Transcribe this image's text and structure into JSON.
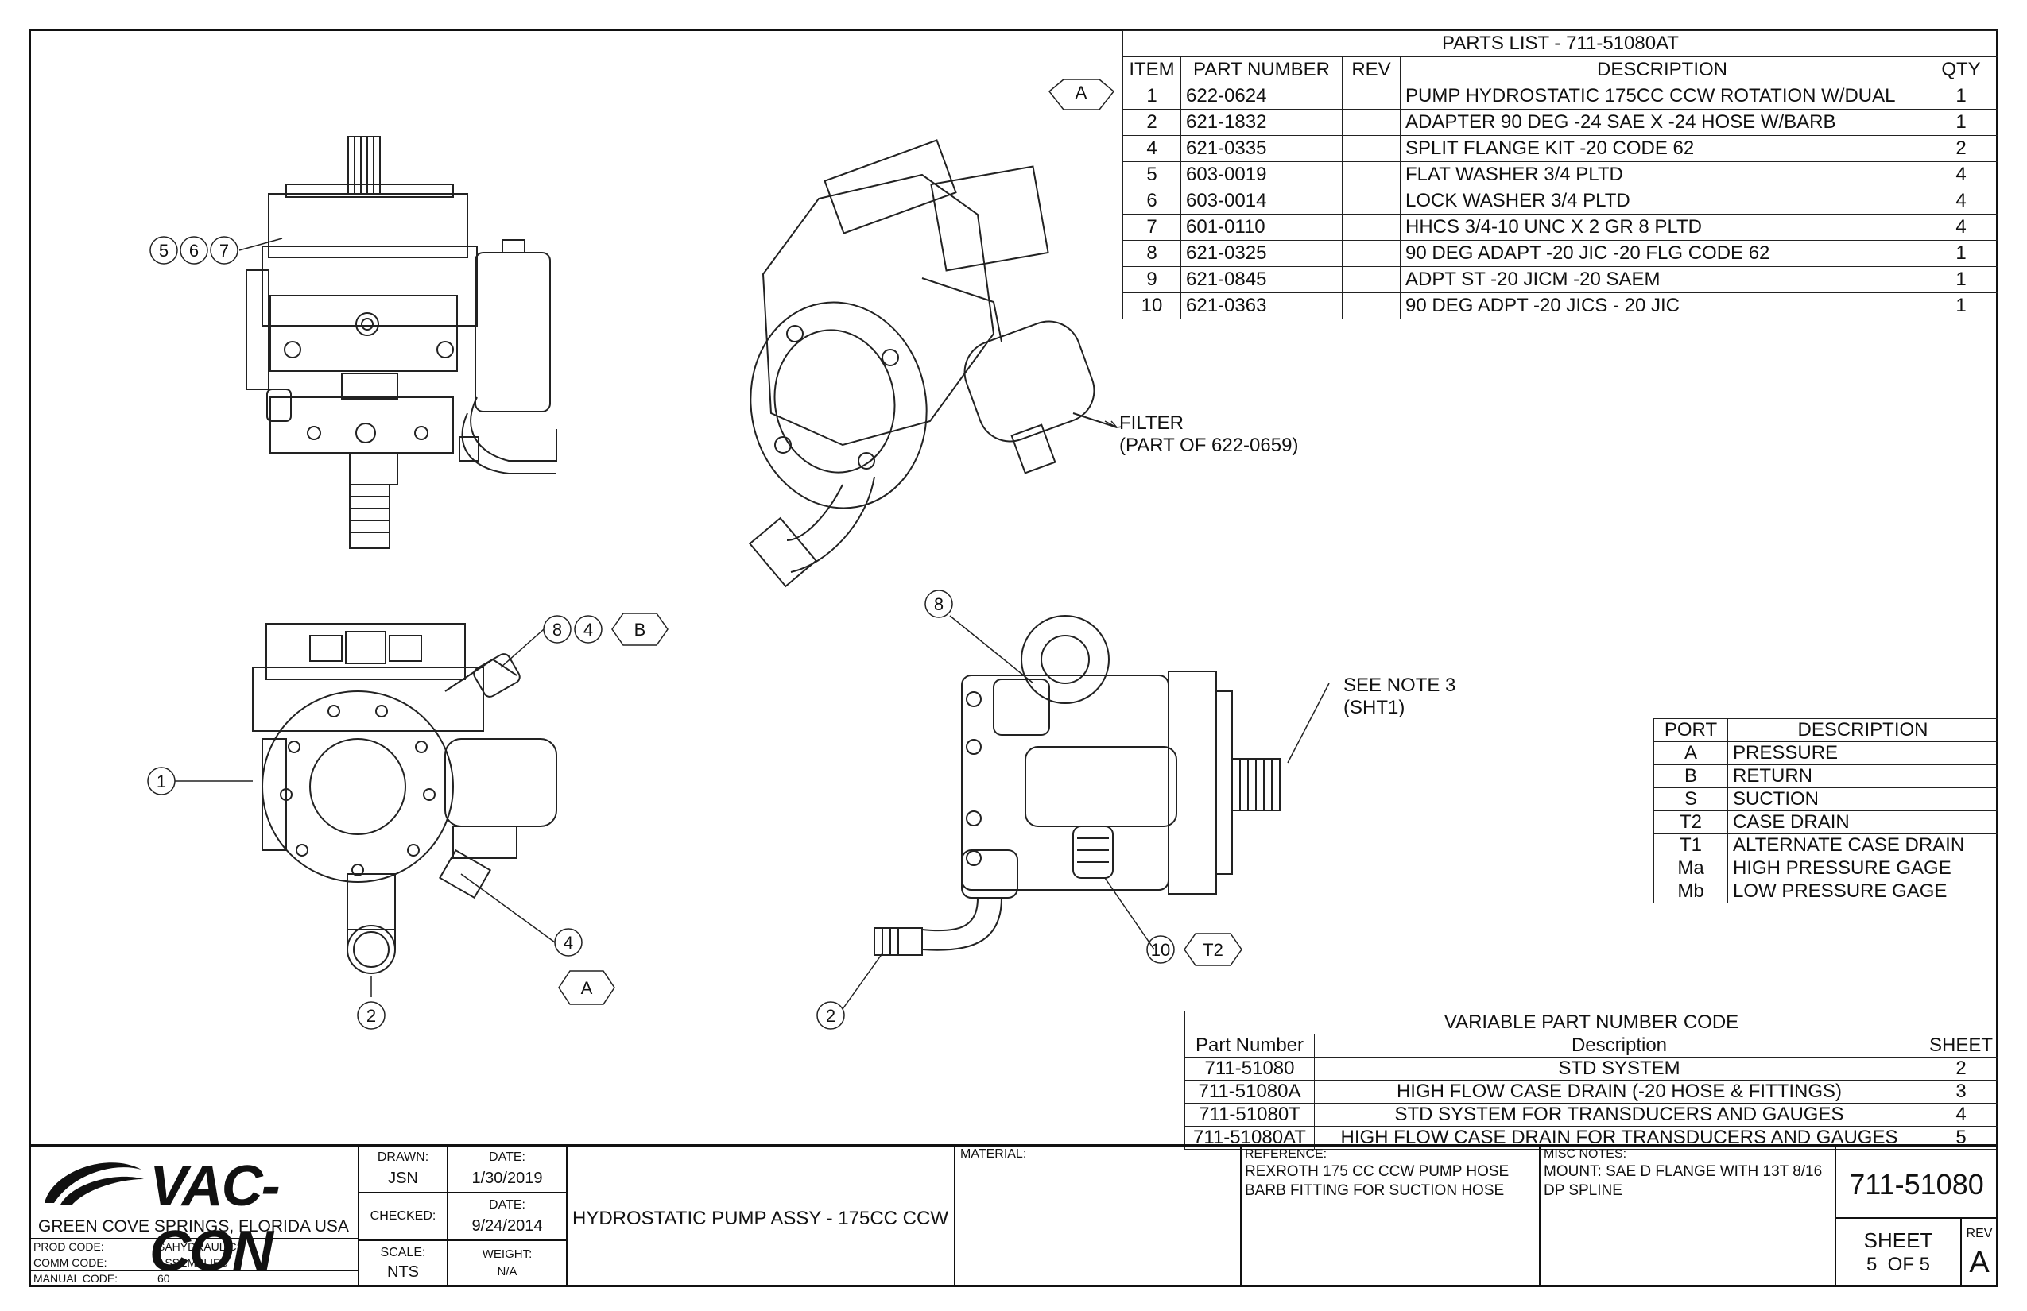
{
  "parts_list": {
    "title": "PARTS LIST - 711-51080AT",
    "headers": [
      "ITEM",
      "PART NUMBER",
      "REV",
      "DESCRIPTION",
      "QTY"
    ],
    "rows": [
      {
        "item": "1",
        "part": "622-0624",
        "rev": "",
        "desc": "PUMP HYDROSTATIC 175CC CCW ROTATION W/DUAL",
        "qty": "1"
      },
      {
        "item": "2",
        "part": "621-1832",
        "rev": "",
        "desc": "ADAPTER 90 DEG -24 SAE X -24 HOSE W/BARB",
        "qty": "1"
      },
      {
        "item": "4",
        "part": "621-0335",
        "rev": "",
        "desc": "SPLIT FLANGE KIT -20 CODE 62",
        "qty": "2"
      },
      {
        "item": "5",
        "part": "603-0019",
        "rev": "",
        "desc": "FLAT WASHER 3/4 PLTD",
        "qty": "4"
      },
      {
        "item": "6",
        "part": "603-0014",
        "rev": "",
        "desc": "LOCK WASHER 3/4 PLTD",
        "qty": "4"
      },
      {
        "item": "7",
        "part": "601-0110",
        "rev": "",
        "desc": "HHCS 3/4-10 UNC X 2 GR 8 PLTD",
        "qty": "4"
      },
      {
        "item": "8",
        "part": "621-0325",
        "rev": "",
        "desc": "90 DEG ADAPT -20 JIC -20 FLG CODE 62",
        "qty": "1"
      },
      {
        "item": "9",
        "part": "621-0845",
        "rev": "",
        "desc": "ADPT ST -20 JICM -20 SAEM",
        "qty": "1"
      },
      {
        "item": "10",
        "part": "621-0363",
        "rev": "",
        "desc": "90 DEG ADPT -20 JICS - 20 JIC",
        "qty": "1"
      }
    ]
  },
  "port_table": {
    "headers": [
      "PORT",
      "DESCRIPTION"
    ],
    "rows": [
      {
        "port": "A",
        "desc": "PRESSURE"
      },
      {
        "port": "B",
        "desc": "RETURN"
      },
      {
        "port": "S",
        "desc": "SUCTION"
      },
      {
        "port": "T2",
        "desc": "CASE DRAIN"
      },
      {
        "port": "T1",
        "desc": "ALTERNATE CASE DRAIN"
      },
      {
        "port": "Ma",
        "desc": "HIGH PRESSURE GAGE"
      },
      {
        "port": "Mb",
        "desc": "LOW PRESSURE GAGE"
      }
    ]
  },
  "variable_table": {
    "title": "VARIABLE PART NUMBER CODE",
    "headers": [
      "Part Number",
      "Description",
      "SHEET"
    ],
    "rows": [
      {
        "pn": "711-51080",
        "desc": "STD SYSTEM",
        "sheet": "2"
      },
      {
        "pn": "711-51080A",
        "desc": "HIGH FLOW CASE DRAIN (-20 HOSE & FITTINGS)",
        "sheet": "3"
      },
      {
        "pn": "711-51080T",
        "desc": "STD SYSTEM FOR TRANSDUCERS AND GAUGES",
        "sheet": "4"
      },
      {
        "pn": "711-51080AT",
        "desc": "HIGH FLOW CASE DRAIN FOR TRANSDUCERS AND GAUGES",
        "sheet": "5"
      }
    ]
  },
  "callouts": {
    "a_top": "A",
    "five": "5",
    "six": "6",
    "seven": "7",
    "eight_left": "8",
    "four_top": "4",
    "b_hex": "B",
    "one": "1",
    "four_bottom": "4",
    "a_bottom": "A",
    "two_left": "2",
    "eight_right": "8",
    "ten": "10",
    "t2_hex": "T2",
    "two_right": "2"
  },
  "notes": {
    "filter_line1": "FILTER",
    "filter_line2": "(PART OF 622-0659)",
    "see_note_line1": "SEE NOTE 3",
    "see_note_line2": "(SHT1)"
  },
  "title_block": {
    "company": "VAC-CON",
    "location": "GREEN COVE SPRINGS, FLORIDA USA",
    "prod_code_label": "PROD CODE:",
    "prod_code": "SAHYDRAULICS",
    "comm_code_label": "COMM CODE:",
    "comm_code": "ASSEMBLIES",
    "manual_code_label": "MANUAL CODE:",
    "manual_code": "60",
    "drawn_label": "DRAWN:",
    "drawn": "JSN",
    "date1_label": "DATE:",
    "date1": "1/30/2019",
    "checked_label": "CHECKED:",
    "date2_label": "DATE:",
    "date2": "9/24/2014",
    "scale_label": "SCALE:",
    "scale": "NTS",
    "weight_label": "WEIGHT:",
    "weight": "N/A",
    "title": "HYDROSTATIC PUMP ASSY - 175CC CCW",
    "material_label": "MATERIAL:",
    "reference_label": "REFERENCE:",
    "reference_line1": "REXROTH 175 CC CCW PUMP HOSE",
    "reference_line2": "BARB FITTING FOR SUCTION HOSE",
    "misc_label": "MISC NOTES:",
    "misc_line1": "MOUNT: SAE D FLANGE WITH 13T 8/16",
    "misc_line2": "DP SPLINE",
    "drawing_number": "711-51080",
    "sheet_label": "SHEET",
    "sheet_value": "5  OF 5",
    "rev_label": "REV",
    "rev_value": "A"
  }
}
